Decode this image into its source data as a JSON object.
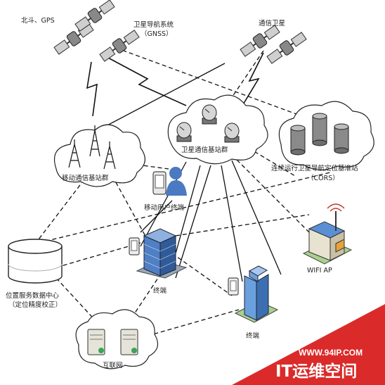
{
  "diagram": {
    "labels": {
      "beidou_gps": "北斗、GPS",
      "gnss": "卫星导航系统",
      "gnss_sub": "（GNSS）",
      "comm_sat": "通信卫星",
      "mobile_bs": "移动通信基站群",
      "sat_bs": "卫星通信基站群",
      "cors": "连续运行卫星导航定位基准站",
      "cors_sub": "（CORS）",
      "mobile_terminal": "移动用户终端",
      "wifi_ap": "WIFI AP",
      "terminal_1": "终端",
      "terminal_2": "终端",
      "data_center": "位置服务数据中心",
      "data_center_sub": "（定位精度校正）",
      "internet": "互联网"
    },
    "watermark": {
      "url": "WWW.94IP.COM",
      "name": "IT运维空间"
    },
    "colors": {
      "line": "#111111",
      "cloud_fill": "#ffffff",
      "building_blue": "#3d6fb6",
      "watermark_red": "#d8201f"
    }
  }
}
